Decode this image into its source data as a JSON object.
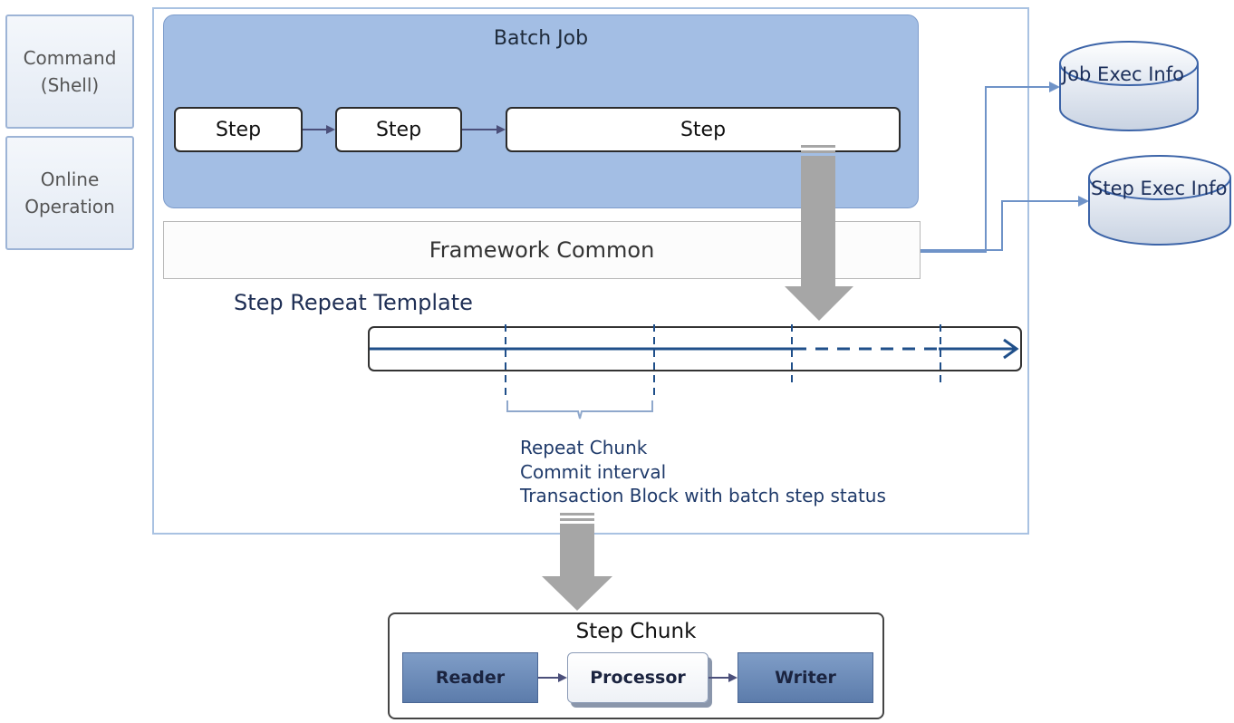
{
  "left_panel": {
    "command": "Command\n(Shell)",
    "online": "Online\nOperation"
  },
  "batch_job": {
    "title": "Batch Job",
    "steps": [
      "Step",
      "Step",
      "Step"
    ]
  },
  "framework_common": "Framework Common",
  "step_repeat_template": {
    "title": "Step Repeat Template",
    "notes": [
      "Repeat Chunk",
      "Commit interval",
      "Transaction Block with batch step status"
    ]
  },
  "databases": {
    "job_exec": "Job Exec Info",
    "step_exec": "Step Exec Info"
  },
  "step_chunk": {
    "title": "Step Chunk",
    "reader": "Reader",
    "processor": "Processor",
    "writer": "Writer"
  },
  "colors": {
    "batch_job_fill": "#a3bee4",
    "connector_blue": "#6f93c8",
    "timeline_blue": "#1f4f8a",
    "big_arrow_gray": "#a6a6a6",
    "component_dark": "#6d8cba"
  }
}
